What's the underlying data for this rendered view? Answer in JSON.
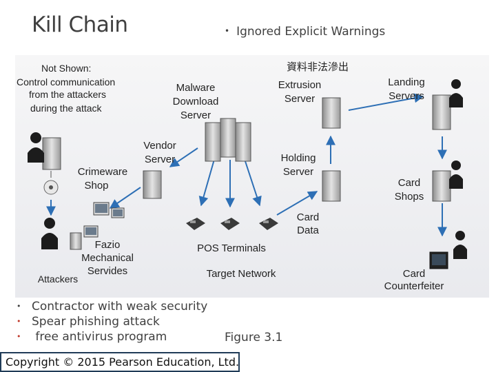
{
  "slide": {
    "title": "Kill Chain",
    "top_bullet": "Ignored Explicit Warnings",
    "bullets": [
      "Contractor with weak security",
      "Spear phishing attack",
      " free antivirus program"
    ],
    "figure_caption": "Figure 3.1",
    "copyright": "Copyright © 2015 Pearson Education, Ltd."
  },
  "figure": {
    "cjk_label": "資料非法滲出",
    "not_shown": [
      "Not Shown:",
      "Control communication",
      "from the attackers",
      "during the attack"
    ],
    "malware_server": [
      "Malware",
      "Download",
      "Server"
    ],
    "extrusion_server": [
      "Extrusion",
      "Server"
    ],
    "landing_servers": [
      "Landing",
      "Servers"
    ],
    "vendor_server": [
      "Vendor",
      "Server"
    ],
    "crimeware_shop": [
      "Crimeware",
      "Shop"
    ],
    "holding_server": [
      "Holding",
      "Server"
    ],
    "card_shops": [
      "Card",
      "Shops"
    ],
    "card_data": [
      "Card",
      "Data"
    ],
    "fazio": [
      "Fazio",
      "Mechanical",
      "Servides"
    ],
    "pos_terminals": "POS Terminals",
    "target_network": "Target Network",
    "attackers": "Attackers",
    "card_counterfeiter": [
      "Card",
      "Counterfeiter"
    ],
    "icons": [
      "server-icon",
      "hacker-icon",
      "cd-icon",
      "workstation-icon",
      "pos-terminal-icon"
    ]
  }
}
